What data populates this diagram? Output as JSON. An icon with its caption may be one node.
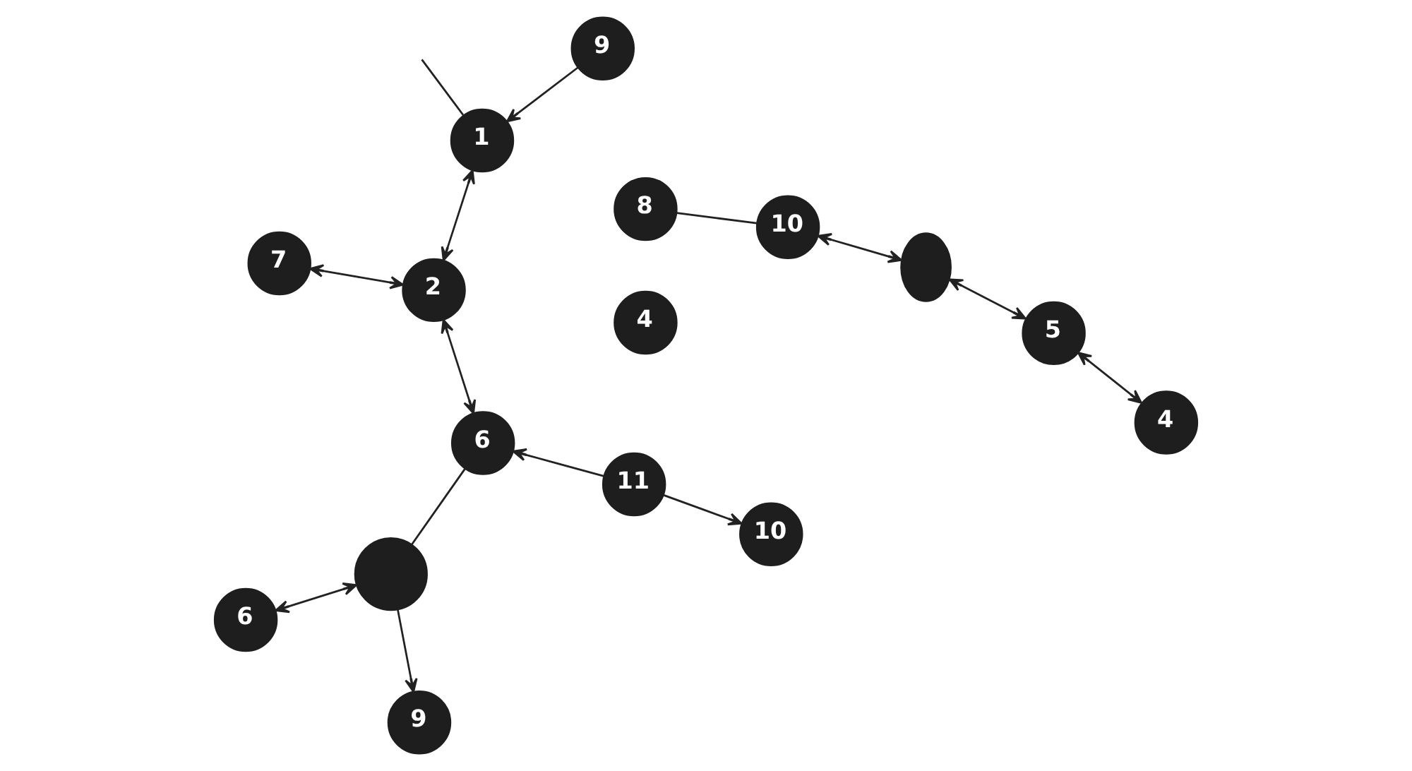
{
  "diagram": {
    "nodes": [
      {
        "text": [
          "1"
        ]
      },
      {
        "text": [
          "2"
        ]
      },
      {
        "text": [
          "4"
        ]
      },
      {
        "text": [
          "7"
        ]
      },
      {
        "text": [
          "8"
        ]
      },
      {
        "text": [
          "5"
        ]
      },
      {
        "text": [
          "4"
        ]
      },
      {
        "text": [
          "6"
        ]
      },
      {
        "text": [
          "6"
        ]
      },
      {
        "text": [
          "9"
        ]
      },
      {
        "text": [],
        "shape": "ellipse"
      },
      {
        "text": [
          "9"
        ]
      },
      {
        "text": [
          "10"
        ]
      },
      {
        "text": [
          "10"
        ]
      },
      {
        "text": [],
        "shape": "circle"
      },
      {
        "text": [
          "11"
        ]
      }
    ],
    "edges": [
      {
        "from": 0,
        "to": 1,
        "arrow": "both"
      },
      {
        "from": 3,
        "to": 1,
        "arrow": "both"
      },
      {
        "from": 8,
        "to": 1,
        "arrow": "both"
      },
      {
        "from": 9,
        "to": 0,
        "arrow": "to"
      },
      {
        "from": 0,
        "to": null,
        "arrow": "none"
      },
      {
        "from": 5,
        "to": 10,
        "arrow": "both"
      },
      {
        "from": 6,
        "to": 5,
        "arrow": "both"
      },
      {
        "from": 4,
        "to": 13,
        "arrow": "none"
      },
      {
        "from": 10,
        "to": 13,
        "arrow": "both"
      },
      {
        "from": 14,
        "to": 7,
        "arrow": "both"
      },
      {
        "from": 14,
        "to": 11,
        "arrow": "to"
      },
      {
        "from": 14,
        "to": 8,
        "arrow": "none"
      },
      {
        "from": 15,
        "to": 8,
        "arrow": "to"
      },
      {
        "from": 15,
        "to": 12,
        "arrow": "to"
      }
    ]
  }
}
